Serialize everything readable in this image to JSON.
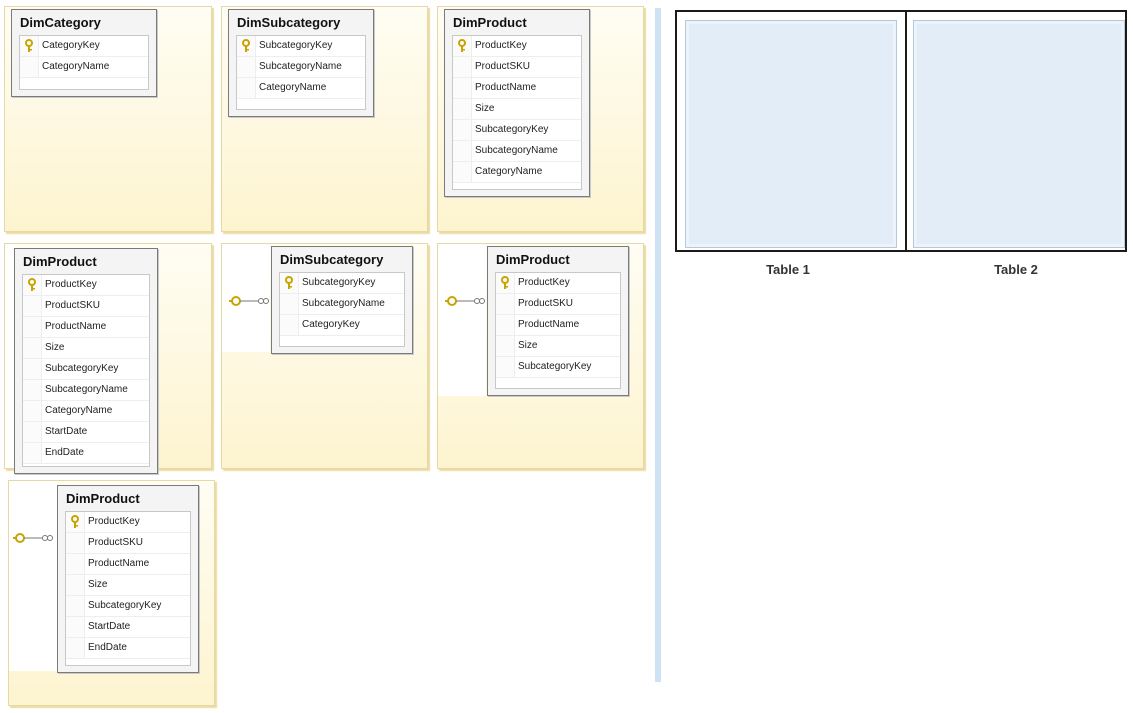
{
  "source_tiles": [
    {
      "title": "DimCategory",
      "rows": [
        {
          "name": "CategoryKey",
          "pk": true
        },
        {
          "name": "CategoryName",
          "pk": false
        }
      ]
    },
    {
      "title": "DimSubcategory",
      "rows": [
        {
          "name": "SubcategoryKey",
          "pk": true
        },
        {
          "name": "SubcategoryName",
          "pk": false
        },
        {
          "name": "CategoryName",
          "pk": false
        }
      ]
    },
    {
      "title": "DimProduct",
      "rows": [
        {
          "name": "ProductKey",
          "pk": true
        },
        {
          "name": "ProductSKU",
          "pk": false
        },
        {
          "name": "ProductName",
          "pk": false
        },
        {
          "name": "Size",
          "pk": false
        },
        {
          "name": "SubcategoryKey",
          "pk": false
        },
        {
          "name": "SubcategoryName",
          "pk": false
        },
        {
          "name": "CategoryName",
          "pk": false
        }
      ]
    },
    {
      "title": "DimProduct",
      "rows": [
        {
          "name": "ProductKey",
          "pk": true
        },
        {
          "name": "ProductSKU",
          "pk": false
        },
        {
          "name": "ProductName",
          "pk": false
        },
        {
          "name": "Size",
          "pk": false
        },
        {
          "name": "SubcategoryKey",
          "pk": false
        },
        {
          "name": "SubcategoryName",
          "pk": false
        },
        {
          "name": "CategoryName",
          "pk": false
        },
        {
          "name": "StartDate",
          "pk": false
        },
        {
          "name": "EndDate",
          "pk": false
        }
      ]
    },
    {
      "title": "DimSubcategory",
      "rows": [
        {
          "name": "SubcategoryKey",
          "pk": true
        },
        {
          "name": "SubcategoryName",
          "pk": false
        },
        {
          "name": "CategoryKey",
          "pk": false
        }
      ]
    },
    {
      "title": "DimProduct",
      "rows": [
        {
          "name": "ProductKey",
          "pk": true
        },
        {
          "name": "ProductSKU",
          "pk": false
        },
        {
          "name": "ProductName",
          "pk": false
        },
        {
          "name": "Size",
          "pk": false
        },
        {
          "name": "SubcategoryKey",
          "pk": false
        }
      ]
    },
    {
      "title": "DimProduct",
      "rows": [
        {
          "name": "ProductKey",
          "pk": true
        },
        {
          "name": "ProductSKU",
          "pk": false
        },
        {
          "name": "ProductName",
          "pk": false
        },
        {
          "name": "Size",
          "pk": false
        },
        {
          "name": "SubcategoryKey",
          "pk": false
        },
        {
          "name": "StartDate",
          "pk": false
        },
        {
          "name": "EndDate",
          "pk": false
        }
      ]
    }
  ],
  "targets": {
    "table1_label": "Table 1",
    "table2_label": "Table 2"
  },
  "colors": {
    "tile_bg": "#fdf4cf",
    "key_icon": "#d6b400",
    "target_bg": "#e3edf8",
    "divider": "#cfe2f3"
  },
  "icons": {
    "primary_key": "key-icon",
    "relationship": "key-link-icon"
  }
}
